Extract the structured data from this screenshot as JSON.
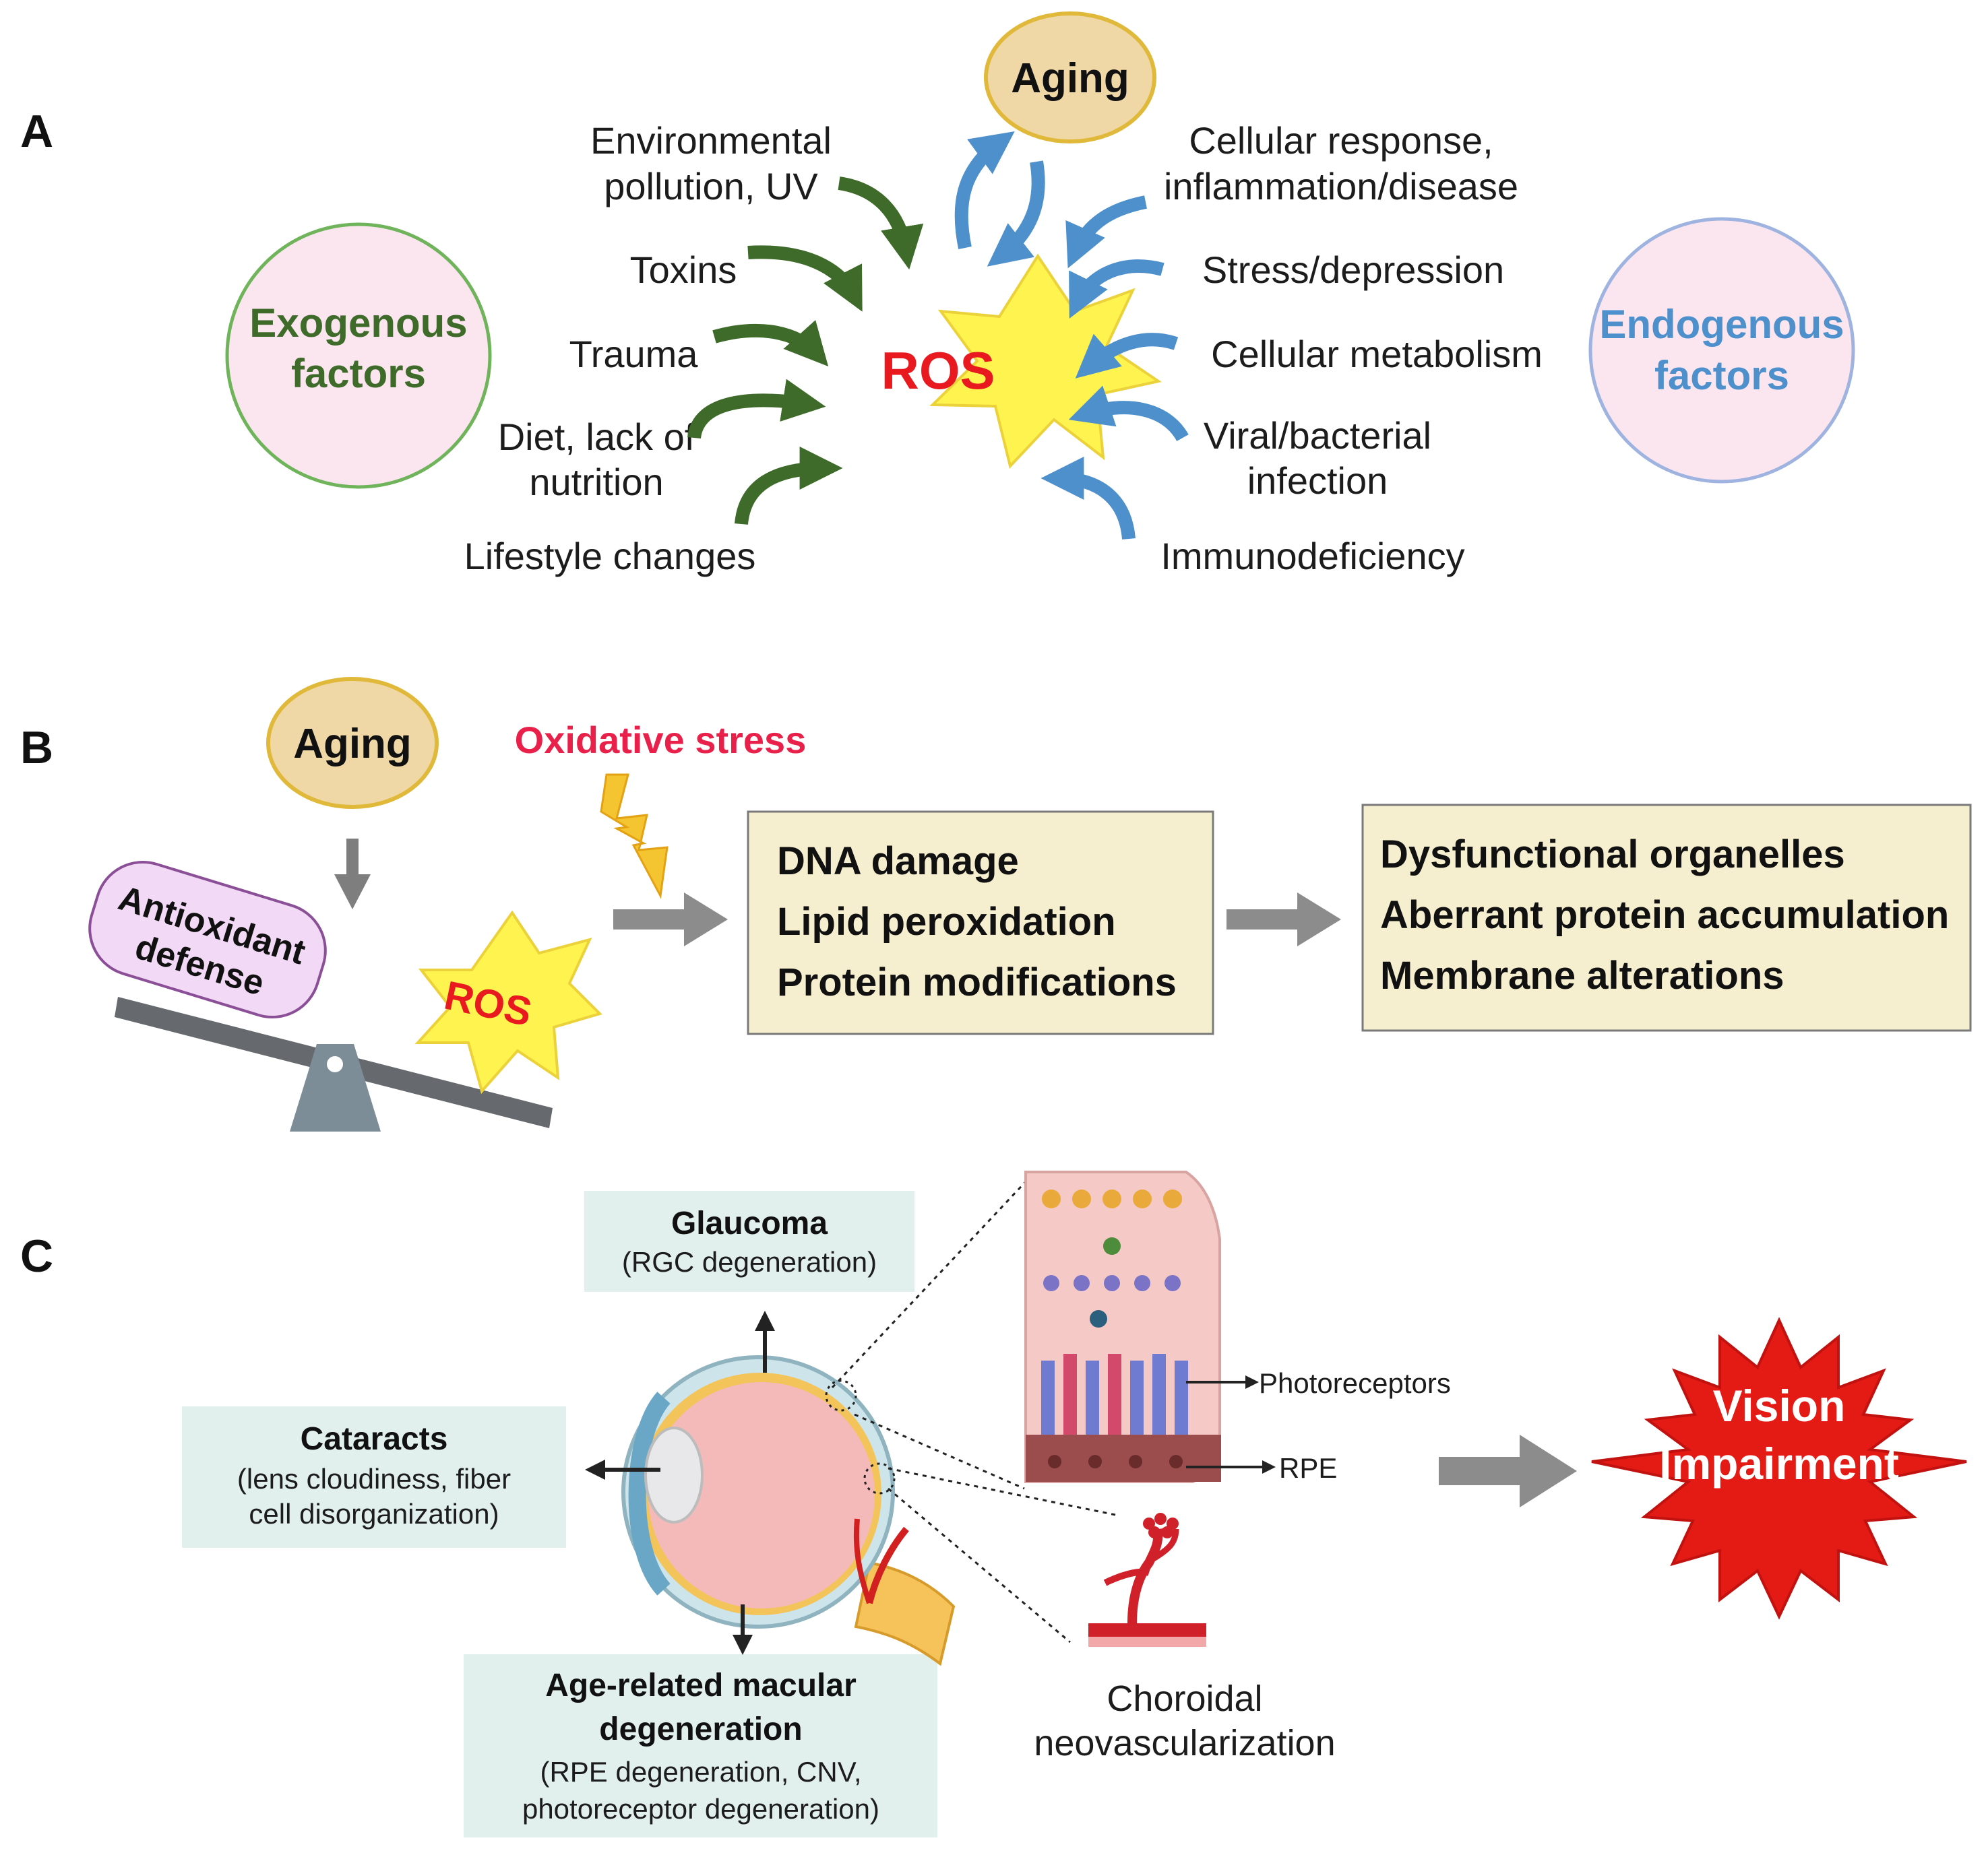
{
  "panels": {
    "a": {
      "label": "A"
    },
    "b": {
      "label": "B"
    },
    "c": {
      "label": "C"
    }
  },
  "colors": {
    "exogenous_green": "#3e6b2a",
    "endogenous_blue": "#4d90cc",
    "ros_red": "#e8191f",
    "burst_yellow": "#fff44f",
    "aging_fill": "#efd8a6",
    "box_fill": "#f6efcf",
    "disease_box": "#e1f0ed",
    "oxidative_red": "#e8204a",
    "vision_red": "#e31b14"
  },
  "panel_a": {
    "exogenous": {
      "line1": "Exogenous",
      "line2": "factors"
    },
    "endogenous": {
      "line1": "Endogenous",
      "line2": "factors"
    },
    "aging": "Aging",
    "ros": "ROS",
    "exogenous_items": [
      {
        "line1": "Environmental",
        "line2": "pollution, UV"
      },
      {
        "line1": "Toxins",
        "line2": ""
      },
      {
        "line1": "Trauma",
        "line2": ""
      },
      {
        "line1": "Diet, lack of",
        "line2": "nutrition"
      },
      {
        "line1": "Lifestyle changes",
        "line2": ""
      }
    ],
    "endogenous_items": [
      {
        "line1": "Cellular response,",
        "line2": "inflammation/disease"
      },
      {
        "line1": "Stress/depression",
        "line2": ""
      },
      {
        "line1": "Cellular metabolism",
        "line2": ""
      },
      {
        "line1": "Viral/bacterial",
        "line2": "infection"
      },
      {
        "line1": "Immunodeficiency",
        "line2": ""
      }
    ]
  },
  "panel_b": {
    "aging": "Aging",
    "oxidative_stress": "Oxidative stress",
    "antioxidant": {
      "line1": "Antioxidant",
      "line2": "defense"
    },
    "ros": "ROS",
    "damage_box": [
      "DNA damage",
      "Lipid peroxidation",
      "Protein modifications"
    ],
    "outcome_box": [
      "Dysfunctional organelles",
      "Aberrant protein accumulation",
      "Membrane alterations"
    ]
  },
  "panel_c": {
    "glaucoma": {
      "title": "Glaucoma",
      "sub": "(RGC degeneration)"
    },
    "cataracts": {
      "title": "Cataracts",
      "sub1": "(lens cloudiness, fiber",
      "sub2": "cell disorganization)"
    },
    "amd": {
      "title1": "Age-related macular",
      "title2": "degeneration",
      "sub1": "(RPE degeneration, CNV,",
      "sub2": "photoreceptor degeneration)"
    },
    "photoreceptors": "Photoreceptors",
    "rpe": "RPE",
    "cnv": {
      "line1": "Choroidal",
      "line2": "neovascularization"
    },
    "vision": {
      "line1": "Vision",
      "line2": "Impairment"
    }
  }
}
